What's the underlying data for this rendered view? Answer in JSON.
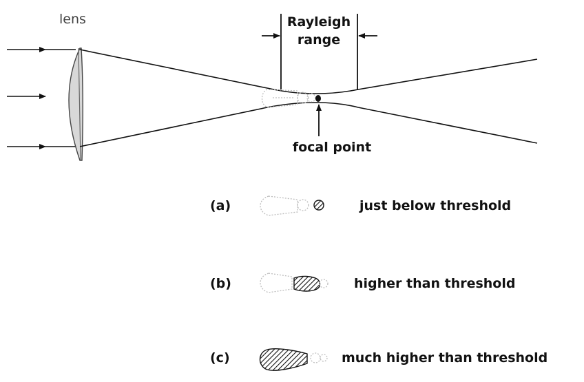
{
  "labels": {
    "lens": "lens",
    "rayleigh_line1": "Rayleigh",
    "rayleigh_line2": "range",
    "focal_point": "focal point"
  },
  "cases": [
    {
      "tag": "(a)",
      "caption": "just below threshold"
    },
    {
      "tag": "(b)",
      "caption": "higher than threshold"
    },
    {
      "tag": "(c)",
      "caption": "much higher than threshold"
    }
  ],
  "colors": {
    "ink": "#111111",
    "faint": "#bdbdbd"
  }
}
